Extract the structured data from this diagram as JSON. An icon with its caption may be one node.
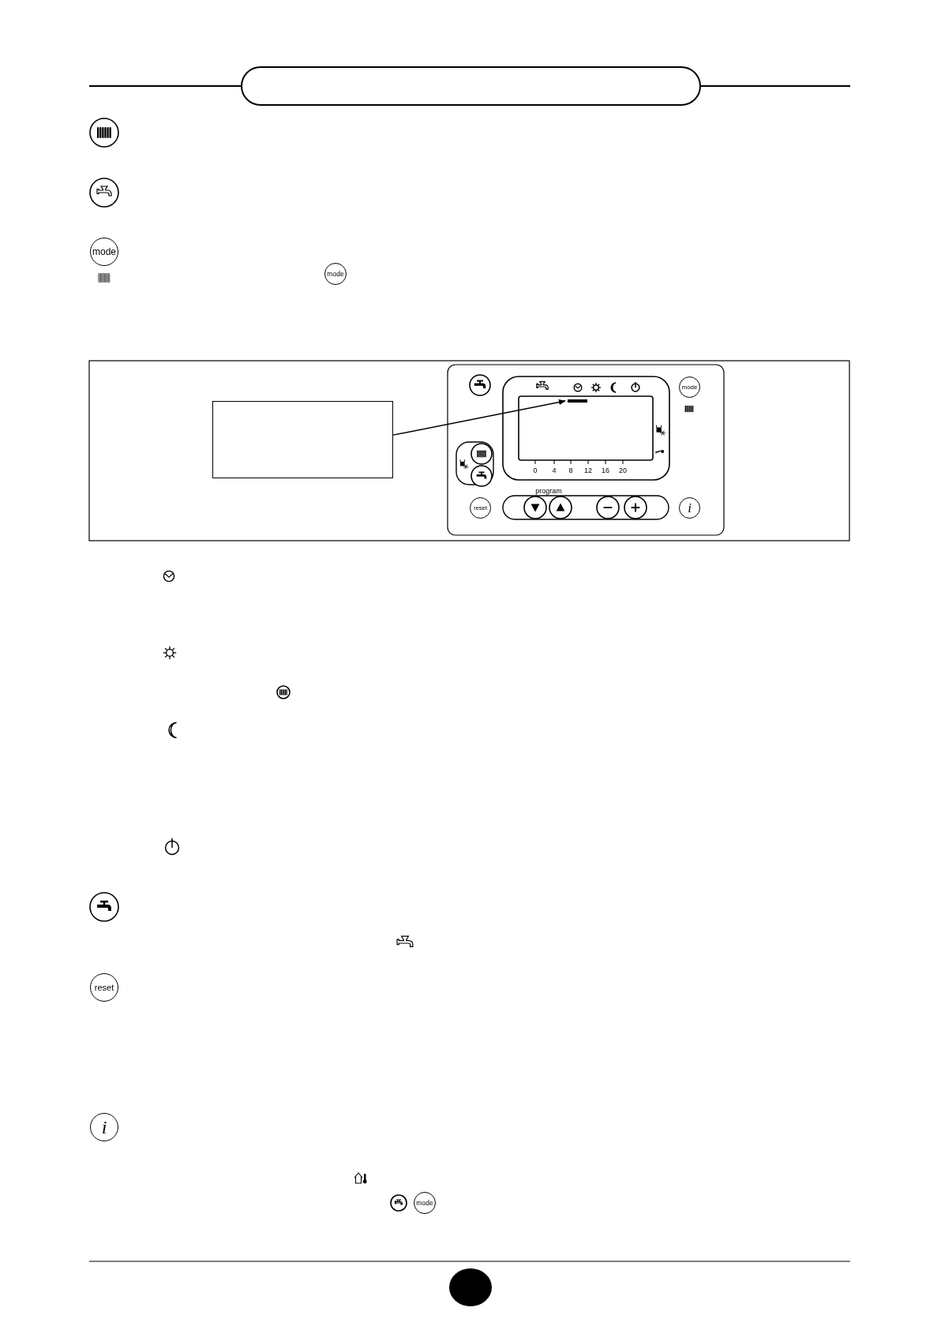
{
  "diagram": {
    "nodes": [
      {
        "text": [],
        "shape": "pill"
      },
      {
        "text": [
          "mode"
        ]
      },
      {
        "text": [
          "mode"
        ]
      },
      {
        "text": [],
        "shape": "box"
      },
      {
        "text": [],
        "shape": "bar"
      },
      {
        "text": [
          "mode"
        ]
      },
      {
        "text": [
          "reset"
        ]
      },
      {
        "text": [
          "i"
        ]
      },
      {
        "text": [
          "reset"
        ]
      },
      {
        "text": [
          "i"
        ]
      },
      {
        "text": [
          "mode"
        ]
      }
    ],
    "edges": [
      {
        "from": 3,
        "to": 4,
        "arrow": "to"
      }
    ],
    "labels": [
      "0",
      "4",
      "8",
      "12",
      "16",
      "20",
      "program"
    ]
  }
}
